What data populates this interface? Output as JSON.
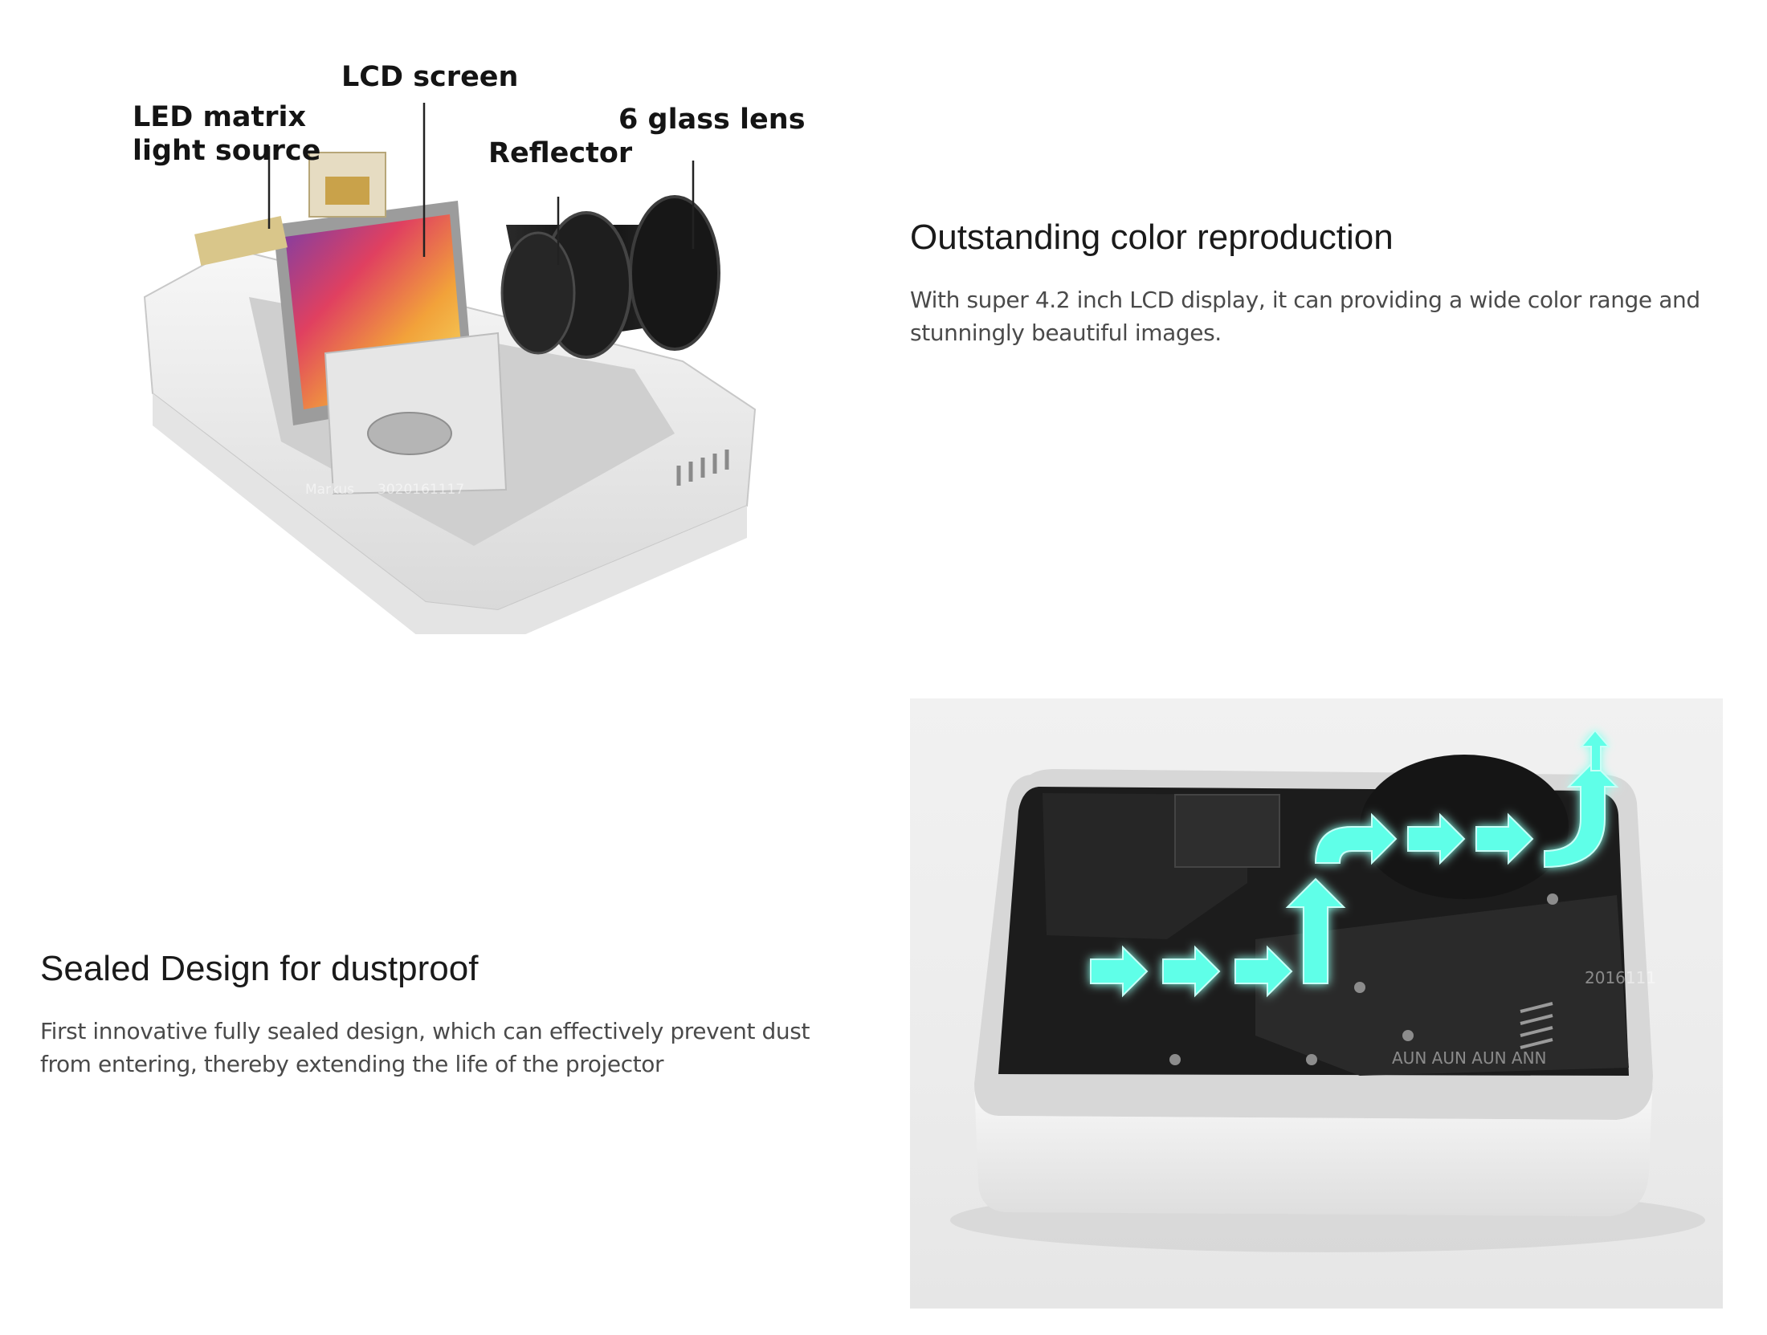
{
  "sections": [
    {
      "callouts": {
        "lcd_screen": "LCD screen",
        "led_line1": "LED matrix",
        "led_line2": "light source",
        "glass_lens": "6 glass lens",
        "reflector": "Reflector"
      },
      "title": "Outstanding color reproduction",
      "body_lines": [
        "With super 4.2 inch LCD display, it can providing a wide color range and",
        "stunningly beautiful images."
      ],
      "watermark_lines": [
        "3020161117",
        "Markus"
      ]
    },
    {
      "title": "Sealed Design for dustproof",
      "body_lines": [
        "First innovative fully sealed design, which can effectively prevent dust",
        "from entering, thereby extending the life of the projector"
      ],
      "watermark_lines": [
        "2016111",
        "AUN AUN AUN ANN"
      ]
    }
  ],
  "colors": {
    "airflow_arrows": "#5fffe8",
    "housing_white": "#f4f4f4",
    "interior_black": "#1c1c1c",
    "lcd_gradient": [
      "#7a3ea8",
      "#e04060",
      "#f2a23a",
      "#f6e36a"
    ]
  }
}
